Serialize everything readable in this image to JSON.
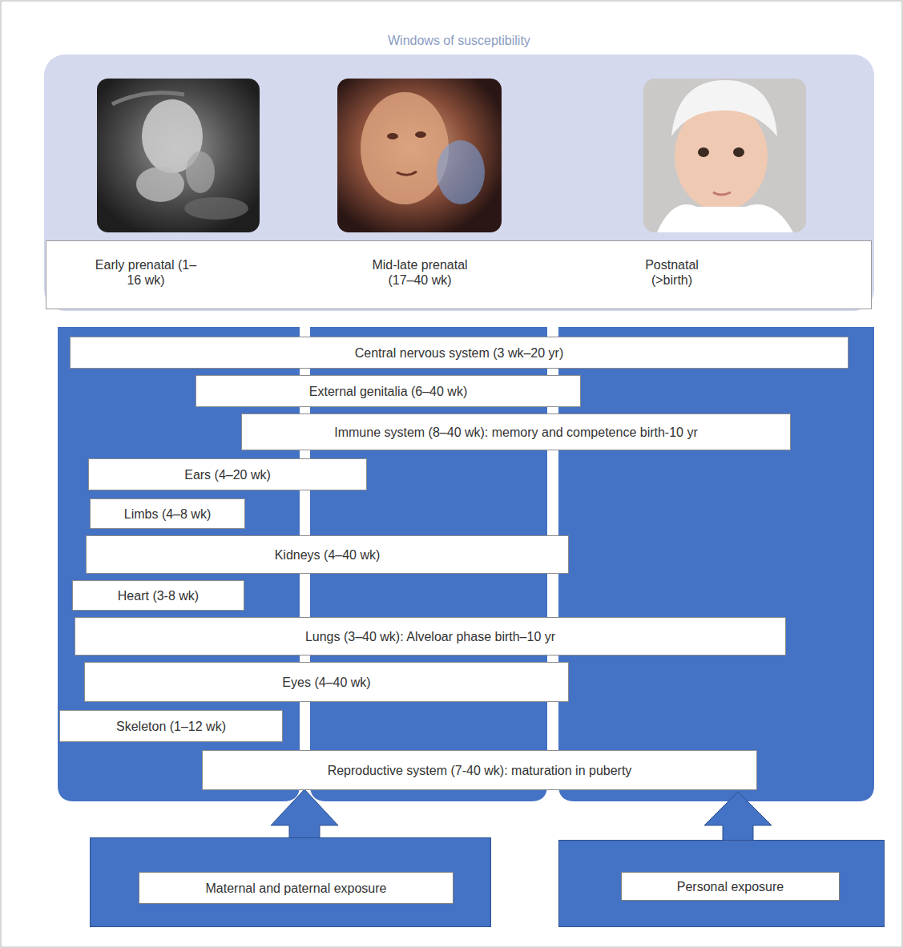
{
  "diagram": {
    "title": "Windows of susceptibility",
    "nodes": [
      {
        "text": [
          "Early prenatal (1–16 wk)",
          "Mid-late prenatal (17–40 wk)",
          "Postnatal (>birth)"
        ]
      },
      {
        "text": [
          "Central nervous system (3 wk–20 yr)"
        ]
      },
      {
        "text": [
          "External genitalia (6–40 wk)"
        ]
      },
      {
        "text": [
          "Immune system (8–40 wk): memory and competence birth-10 yr"
        ]
      },
      {
        "text": [
          "Ears (4–20 wk)"
        ]
      },
      {
        "text": [
          "Limbs (4–8 wk)"
        ]
      },
      {
        "text": [
          "Kidneys (4–40 wk)"
        ]
      },
      {
        "text": [
          "Heart (3-8 wk)"
        ]
      },
      {
        "text": [
          "Lungs (3–40 wk): Alveloar phase birth–10 yr"
        ]
      },
      {
        "text": [
          "Eyes (4–40 wk)"
        ]
      },
      {
        "text": [
          "Skeleton (1–12 wk)"
        ]
      },
      {
        "text": [
          "Reproductive system (7-40 wk): maturation in puberty"
        ]
      },
      {
        "text": [
          "Maternal and paternal exposure"
        ]
      },
      {
        "text": [
          "Personal exposure"
        ]
      }
    ]
  }
}
